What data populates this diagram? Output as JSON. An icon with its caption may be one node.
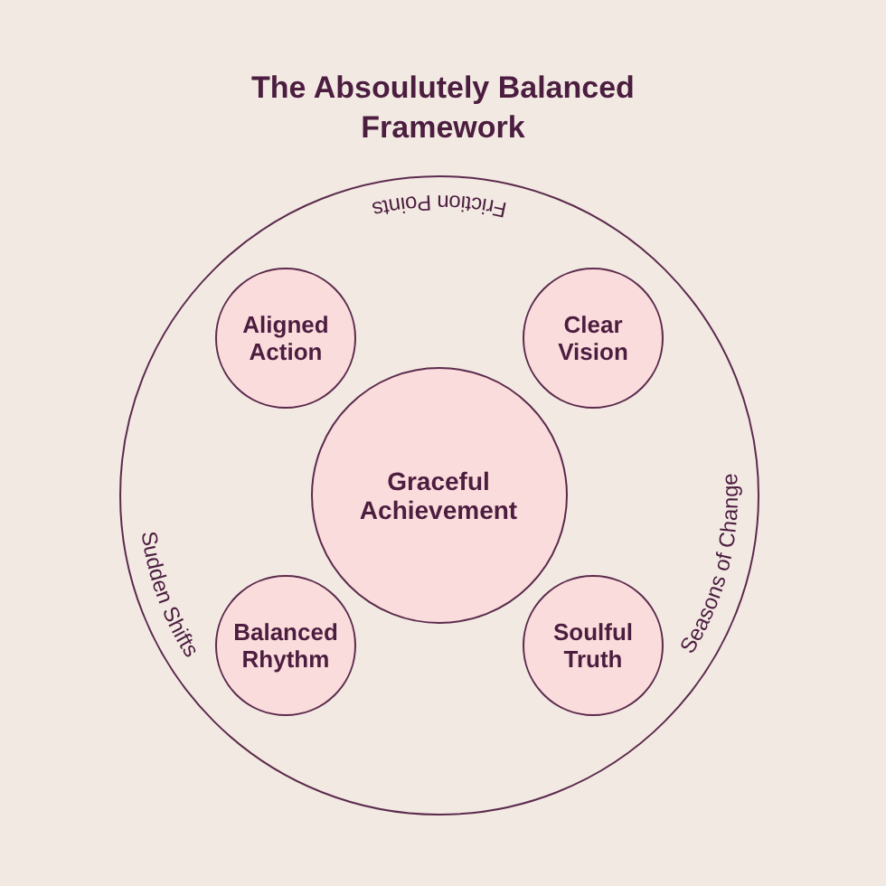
{
  "diagram": {
    "title": "The Absoulutely Balanced Framework",
    "nodes": [
      {
        "text": [
          "Friction Points",
          "Sudden Shifts",
          "Seasons of Change"
        ]
      },
      {
        "text": [
          "Aligned Action"
        ],
        "in": 0
      },
      {
        "text": [
          "Clear Vision"
        ],
        "in": 0
      },
      {
        "text": [
          "Graceful Achievement"
        ],
        "in": 0
      },
      {
        "text": [
          "Balanced Rhythm"
        ],
        "in": 0
      },
      {
        "text": [
          "Soulful Truth"
        ],
        "in": 0
      }
    ]
  }
}
